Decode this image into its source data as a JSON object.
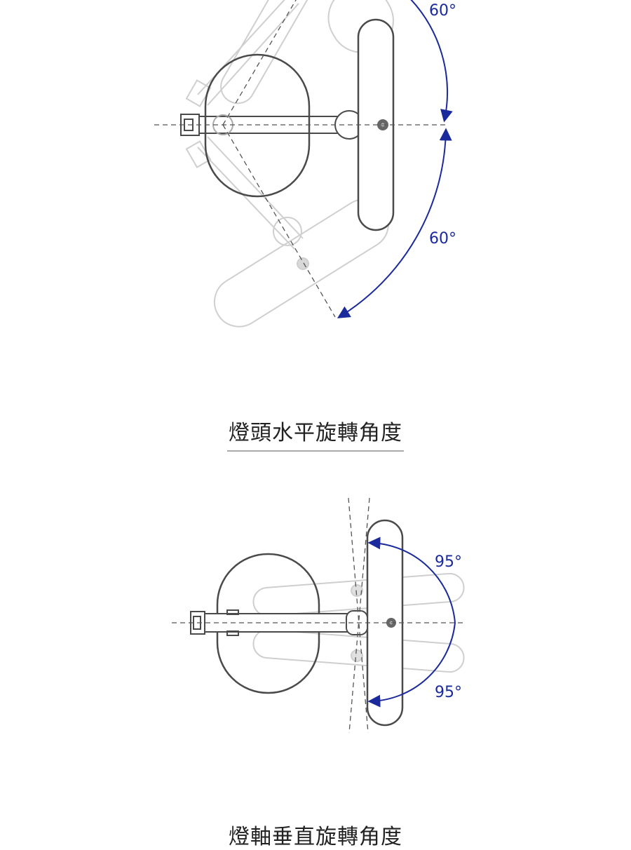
{
  "horizontal_rotation": {
    "caption": "燈頭水平旋轉角度",
    "angle_upper": "60°",
    "angle_lower": "60°"
  },
  "vertical_rotation": {
    "caption": "燈軸垂直旋轉角度",
    "angle_upper": "95°",
    "angle_lower": "95°"
  },
  "colors": {
    "arrow": "#1a2a9c",
    "outline_dark": "#4a4a4a",
    "outline_ghost": "#cfcfcf",
    "dash": "#555555",
    "divider": "#a9a9a9"
  }
}
